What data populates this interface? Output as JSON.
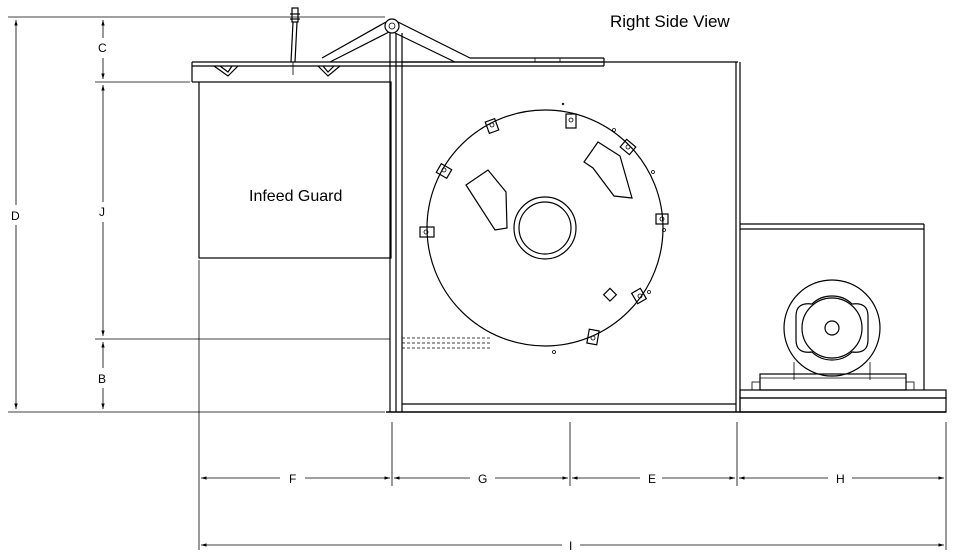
{
  "view_title": "Right Side View",
  "guard_label": "Infeed Guard",
  "dimensions": {
    "c": "C",
    "d": "D",
    "j": "J",
    "b": "B",
    "f": "F",
    "g": "G",
    "e": "E",
    "h": "H",
    "i": "I"
  }
}
